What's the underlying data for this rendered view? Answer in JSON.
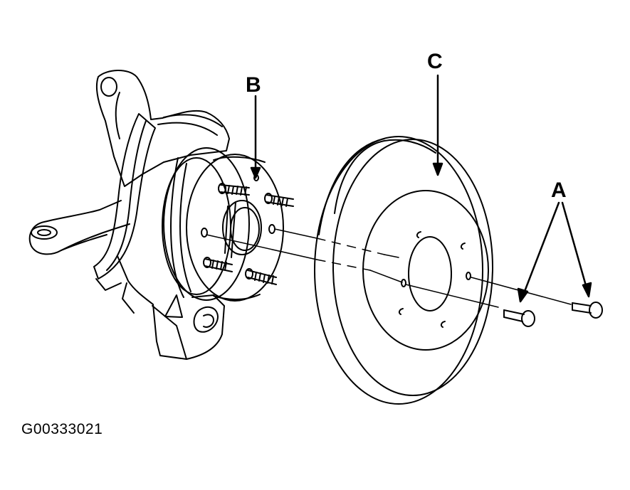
{
  "callouts": {
    "a": "A",
    "b": "B",
    "c": "C"
  },
  "figure_id": "G00333021",
  "colors": {
    "ink": "#000000",
    "paper": "#ffffff"
  }
}
